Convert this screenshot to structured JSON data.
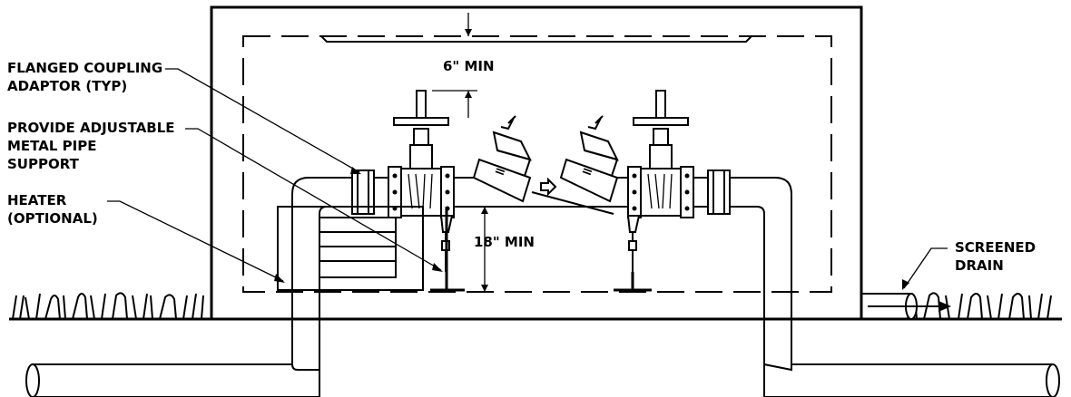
{
  "labels": {
    "coupling_1": "FLANGED COUPLING",
    "coupling_2": "ADAPTOR (TYP)",
    "support_1": "PROVIDE ADJUSTABLE",
    "support_2": "METAL PIPE",
    "support_3": "SUPPORT",
    "heater_1": "HEATER",
    "heater_2": "(OPTIONAL)",
    "drain_1": "SCREENED",
    "drain_2": "DRAIN"
  },
  "dimensions": {
    "top_clearance": "6\" MIN",
    "bottom_clearance": "18\" MIN"
  }
}
